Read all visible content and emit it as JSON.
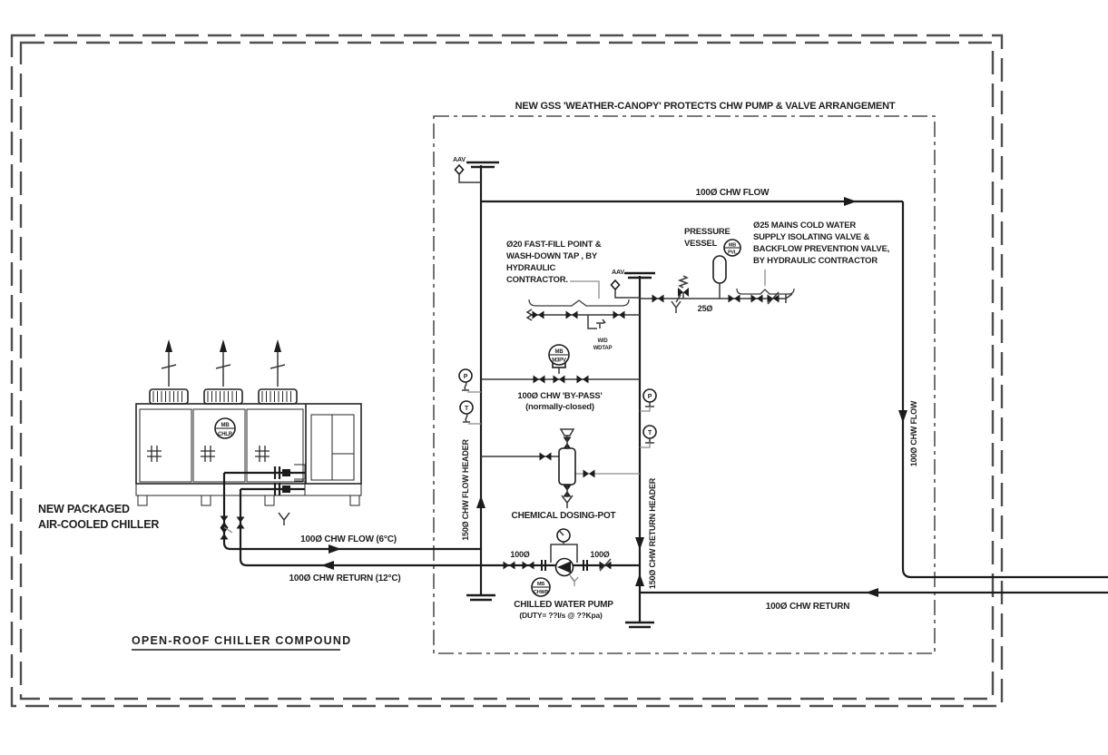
{
  "title": "NEW GSS 'WEATHER-CANOPY' PROTECTS CHW PUMP & VALVE ARRANGEMENT",
  "compound": {
    "label": "OPEN-ROOF CHILLER COMPOUND"
  },
  "chiller": {
    "label_lines": [
      "NEW PACKAGED",
      "AIR-COOLED CHILLER"
    ],
    "tag": [
      "MB",
      "CHLR"
    ]
  },
  "labels": {
    "flow_top": "100Ø CHW FLOW",
    "flow_right": "100Ø CHW FLOW",
    "return_bottom": "100Ø CHW RETURN",
    "flow_header": "150Ø CHW FLOW HEADER",
    "return_header": "150Ø CHW RETURN HEADER",
    "flow_chiller": "100Ø CHW FLOW (6°C)",
    "return_chiller": "100Ø CHW RETURN (12°C)",
    "mains_size": "25Ø",
    "pump_suction_size": "100Ø",
    "pump_discharge_size": "100Ø",
    "aav_top": "AAV",
    "aav_mid": "AAV"
  },
  "pressure_vessel": {
    "label_lines": [
      "PRESSURE",
      "VESSEL"
    ],
    "tag": [
      "MB",
      "PVL"
    ]
  },
  "notes": {
    "mains_lines": [
      "Ø25 MAINS COLD WATER",
      "SUPPLY ISOLATING VALVE &",
      "BACKFLOW PREVENTION VALVE,",
      "BY HYDRAULIC CONTRACTOR"
    ],
    "fastfill_lines": [
      "Ø20 FAST-FILL POINT &",
      "WASH-DOWN TAP , BY",
      "HYDRAULIC",
      "CONTRACTOR."
    ]
  },
  "bypass": {
    "label_lines": [
      "100Ø CHW 'BY-PASS'",
      "(normally-closed)"
    ],
    "tag": [
      "MB",
      "M3PV"
    ]
  },
  "dosing": {
    "label": "CHEMICAL DOSING-POT"
  },
  "pump": {
    "label_lines": [
      "CHILLED WATER PUMP",
      "(DUTY= ??l/s @ ??Kpa)"
    ],
    "tag": [
      "MB",
      "CHWP"
    ]
  },
  "wd_tap": {
    "lines": [
      "W/D",
      "WDTAP"
    ]
  },
  "gauges": {
    "pressure": "P",
    "temperature": "T"
  },
  "colors": {
    "line": "#1c1c1c",
    "boundary": "#4f4f4f",
    "background": "#ffffff"
  }
}
